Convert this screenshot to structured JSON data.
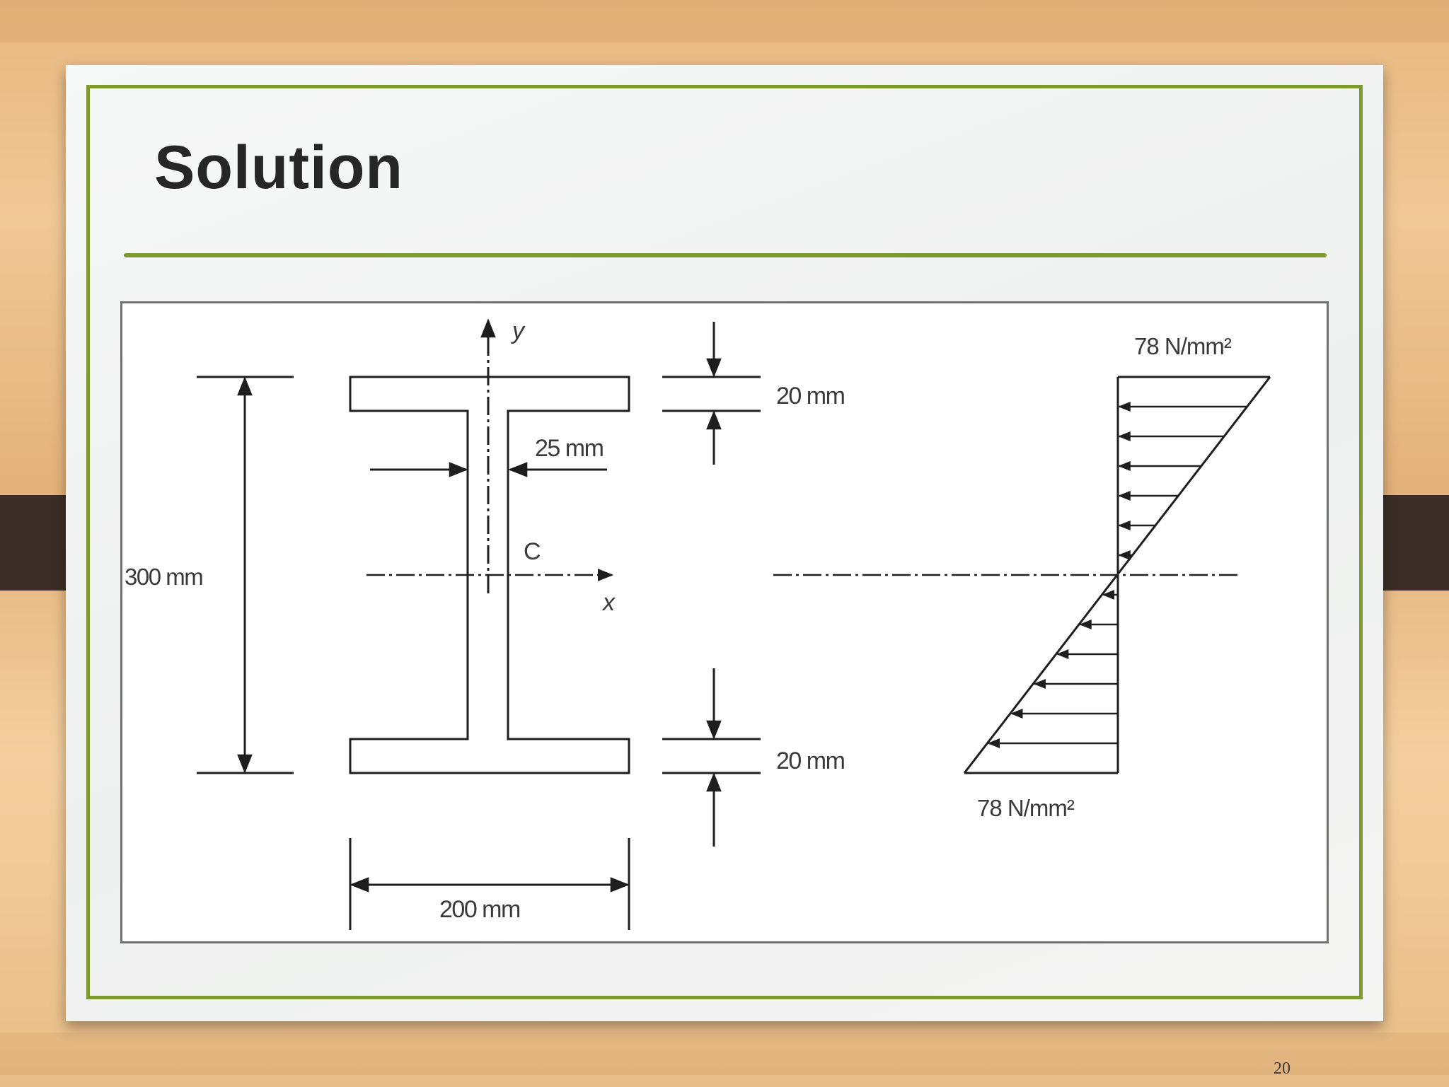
{
  "slide": {
    "title": "Solution",
    "page_number": "20"
  },
  "figure": {
    "axis_y": "y",
    "axis_x": "x",
    "centroid": "C",
    "overall_depth": "300 mm",
    "flange_width": "200 mm",
    "web_thickness": "25 mm",
    "top_flange_thickness": "20 mm",
    "bottom_flange_thickness": "20 mm",
    "stress_top": "78 N/mm²",
    "stress_bottom": "78 N/mm²"
  },
  "colors": {
    "accent": "#7e9a2f",
    "title": "#262626",
    "tab": "#3b2e27"
  }
}
